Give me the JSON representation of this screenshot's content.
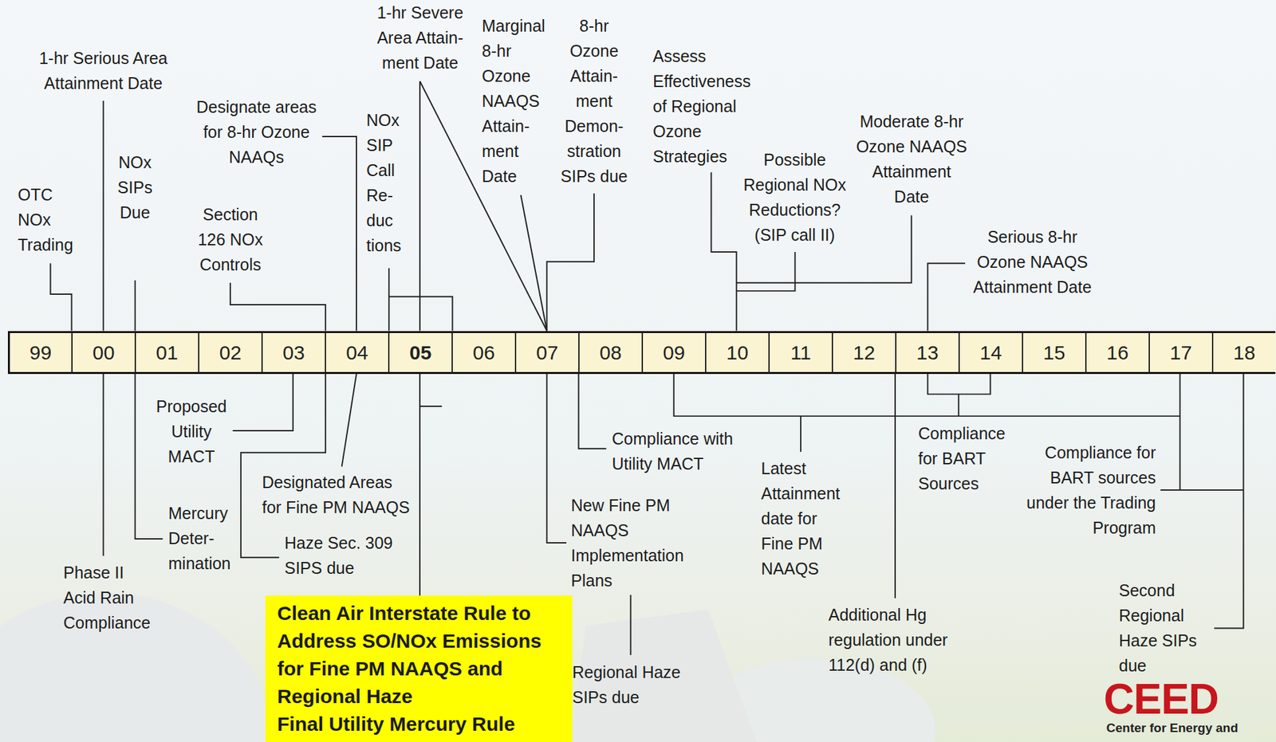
{
  "diagram": {
    "nodes": [
      {
        "text": [
          "99"
        ]
      },
      {
        "text": [
          "00"
        ]
      },
      {
        "text": [
          "01"
        ]
      },
      {
        "text": [
          "02"
        ]
      },
      {
        "text": [
          "03"
        ]
      },
      {
        "text": [
          "04"
        ]
      },
      {
        "text": [
          "05"
        ]
      },
      {
        "text": [
          "06"
        ]
      },
      {
        "text": [
          "07"
        ]
      },
      {
        "text": [
          "08"
        ]
      },
      {
        "text": [
          "09"
        ]
      },
      {
        "text": [
          "10"
        ]
      },
      {
        "text": [
          "11"
        ]
      },
      {
        "text": [
          "12"
        ]
      },
      {
        "text": [
          "13"
        ]
      },
      {
        "text": [
          "14"
        ]
      },
      {
        "text": [
          "15"
        ]
      },
      {
        "text": [
          "16"
        ]
      },
      {
        "text": [
          "17"
        ]
      },
      {
        "text": [
          "18"
        ]
      },
      {
        "text": [
          "Clean Air Interstate Rule to Address SO/NOx Emissions for Fine PM NAAQS and Regional Haze",
          "Final Utility Mercury Rule"
        ]
      }
    ],
    "edges": [
      {
        "from": 20,
        "to": 6,
        "arrow": "none"
      }
    ],
    "labels": [
      "OTC NOx Trading",
      "1-hr Serious Area Attainment Date",
      "NOx SIPs Due",
      "Designate areas for 8-hr Ozone NAAQs",
      "Section 126 NOx Controls",
      "NOx SIP Call Re- duc tions",
      "1-hr Severe Area Attain- ment Date",
      "Marginal 8-hr Ozone NAAQS Attain- ment Date",
      "8-hr Ozone Attain- ment Demon- stration SIPs due",
      "Assess Effectiveness of Regional Ozone Strategies",
      "Possible Regional NOx Reductions? (SIP call II)",
      "Moderate 8-hr Ozone NAAQS Attainment Date",
      "Serious 8-hr Ozone NAAQS Attainment Date",
      "Phase II Acid Rain Compliance",
      "Proposed Utility MACT",
      "Mercury Deter- mination",
      "Designated Areas for Fine PM NAAQS",
      "Haze Sec. 309 SIPS due",
      "Compliance with Utility MACT",
      "New Fine PM NAAQS Implementation Plans",
      "Regional Haze SIPs due",
      "Latest Attainment date for Fine PM NAAQS",
      "Additional Hg regulation under 112(d) and (f)",
      "Compliance for BART Sources",
      "Compliance for BART sources under the Trading Program",
      "Second Regional Haze SIPs due",
      "CEED",
      "Center for Energy and"
    ]
  }
}
